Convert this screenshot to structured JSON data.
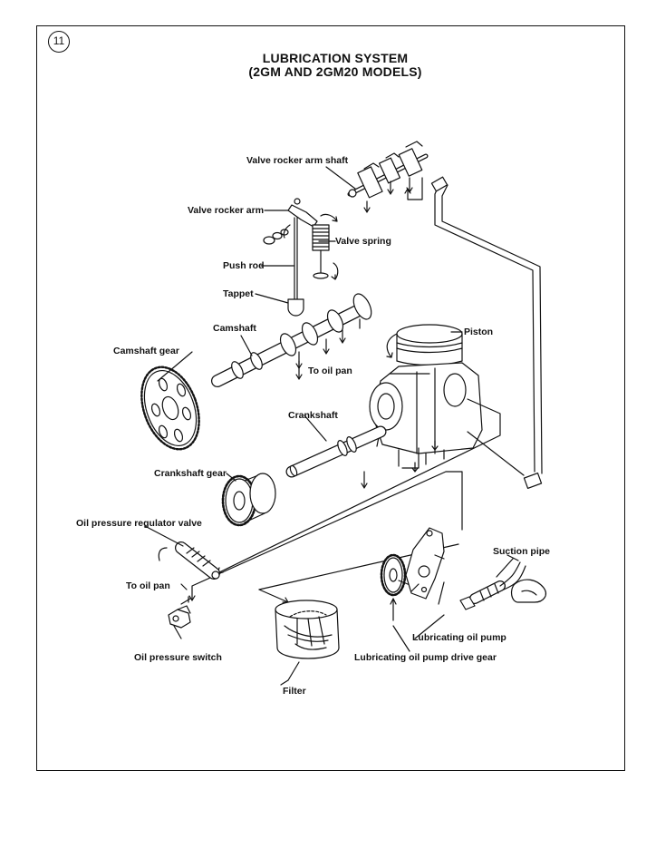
{
  "page_number": "11",
  "title": {
    "line1": "LUBRICATION SYSTEM",
    "line2": "(2GM AND 2GM20 MODELS)"
  },
  "labels": {
    "valve_rocker_arm_shaft": "Valve rocker arm shaft",
    "valve_rocker_arm": "Valve rocker arm",
    "valve_spring": "Valve spring",
    "push_rod": "Push rod",
    "tappet": "Tappet",
    "camshaft": "Camshaft",
    "piston": "Piston",
    "camshaft_gear": "Camshaft gear",
    "to_oil_pan_upper": "To oil pan",
    "crankshaft": "Crankshaft",
    "crankshaft_gear": "Crankshaft gear",
    "oil_pressure_regulator_valve": "Oil pressure regulator valve",
    "suction_pipe": "Suction pipe",
    "to_oil_pan_lower": "To oil pan",
    "lubricating_oil_pump": "Lubricating oil pump",
    "oil_pressure_switch": "Oil pressure switch",
    "lubricating_oil_pump_drive_gear": "Lubricating oil pump drive gear",
    "filter": "Filter"
  }
}
